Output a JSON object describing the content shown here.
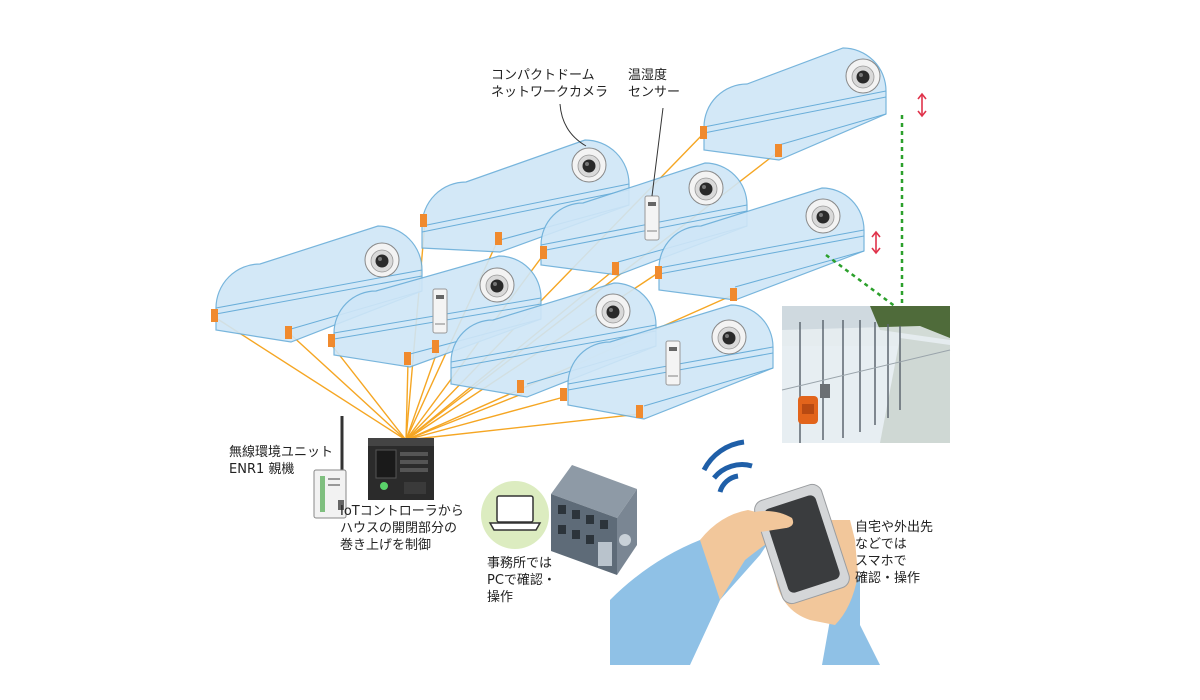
{
  "labels": {
    "camera": [
      "コンパクトドーム",
      "ネットワークカメラ"
    ],
    "sensor": [
      "温湿度",
      "センサー"
    ],
    "wireless_unit": [
      "無線環境ユニット",
      "ENR1 親機"
    ],
    "controller": [
      "IoTコントローラから",
      "ハウスの開閉部分の",
      "巻き上げを制御"
    ],
    "office": [
      "事務所では",
      "PCで確認・",
      "操作"
    ],
    "smartphone": [
      "自宅や外出先",
      "などでは",
      "スマホで",
      "確認・操作"
    ]
  },
  "colors": {
    "tunnel_fill": "#cfe6f7",
    "tunnel_stroke": "#6aaed9",
    "orange_actuator": "#f08a2e",
    "wire": "#f5a623",
    "dashed_link": "#2ca02c",
    "arrow_red": "#e0334b",
    "signal_blue": "#1f5fa8",
    "skin": "#f2c79b",
    "sleeve": "#8fc1e6"
  },
  "icons": [
    "dome-camera-icon",
    "sensor-device-icon",
    "controller-device-icon",
    "wireless-unit-icon",
    "laptop-icon",
    "building-icon",
    "smartphone-icon",
    "wifi-signal-icon",
    "hand-icon",
    "greenhouse-photo"
  ]
}
